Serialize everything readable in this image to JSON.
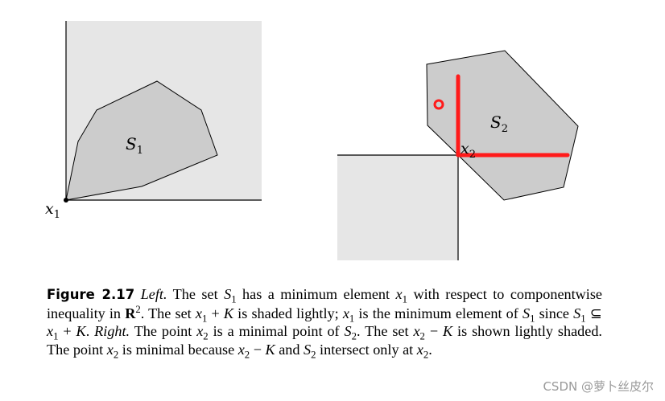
{
  "figure": {
    "left": {
      "set_label": "S",
      "set_sub": "1",
      "point_label": "x",
      "point_sub": "1"
    },
    "right": {
      "set_label": "S",
      "set_sub": "2",
      "point_label": "x",
      "point_sub": "2"
    },
    "colors": {
      "light_region": "#e6e6e6",
      "set_fill": "#cccccc",
      "axis": "#000000",
      "highlight": "#ff1a1a"
    }
  },
  "caption": {
    "label": "Figure 2.17",
    "parts": [
      {
        "t": " "
      },
      {
        "t": "Left.",
        "it": true
      },
      {
        "t": " The set "
      },
      {
        "t": "S",
        "it": true
      },
      {
        "t": "1",
        "sub": true
      },
      {
        "t": " has a minimum element "
      },
      {
        "t": "x",
        "it": true
      },
      {
        "t": "1",
        "sub": true
      },
      {
        "t": " with respect to componentwise inequality in "
      },
      {
        "t": "R",
        "bf": true
      },
      {
        "t": "2",
        "sup": true
      },
      {
        "t": ". The set "
      },
      {
        "t": "x",
        "it": true
      },
      {
        "t": "1",
        "sub": true
      },
      {
        "t": " + "
      },
      {
        "t": "K",
        "it": true
      },
      {
        "t": " is shaded lightly; "
      },
      {
        "t": "x",
        "it": true
      },
      {
        "t": "1",
        "sub": true
      },
      {
        "t": " is the minimum element of "
      },
      {
        "t": "S",
        "it": true
      },
      {
        "t": "1",
        "sub": true
      },
      {
        "t": " since "
      },
      {
        "t": "S",
        "it": true
      },
      {
        "t": "1",
        "sub": true
      },
      {
        "t": " ⊆ "
      },
      {
        "t": "x",
        "it": true
      },
      {
        "t": "1",
        "sub": true
      },
      {
        "t": " + "
      },
      {
        "t": "K",
        "it": true
      },
      {
        "t": ". "
      },
      {
        "t": "Right.",
        "it": true
      },
      {
        "t": " The point "
      },
      {
        "t": "x",
        "it": true
      },
      {
        "t": "2",
        "sub": true
      },
      {
        "t": " is a minimal point of "
      },
      {
        "t": "S",
        "it": true
      },
      {
        "t": "2",
        "sub": true
      },
      {
        "t": ". The set "
      },
      {
        "t": "x",
        "it": true
      },
      {
        "t": "2",
        "sub": true
      },
      {
        "t": " − "
      },
      {
        "t": "K",
        "it": true
      },
      {
        "t": " is shown lightly shaded. The point "
      },
      {
        "t": "x",
        "it": true
      },
      {
        "t": "2",
        "sub": true
      },
      {
        "t": " is minimal because "
      },
      {
        "t": "x",
        "it": true
      },
      {
        "t": "2",
        "sub": true
      },
      {
        "t": " − "
      },
      {
        "t": "K",
        "it": true
      },
      {
        "t": " and "
      },
      {
        "t": "S",
        "it": true
      },
      {
        "t": "2",
        "sub": true
      },
      {
        "t": " intersect only at "
      },
      {
        "t": "x",
        "it": true
      },
      {
        "t": "2",
        "sub": true
      },
      {
        "t": "."
      }
    ]
  },
  "watermark": "CSDN @萝卜丝皮尔"
}
